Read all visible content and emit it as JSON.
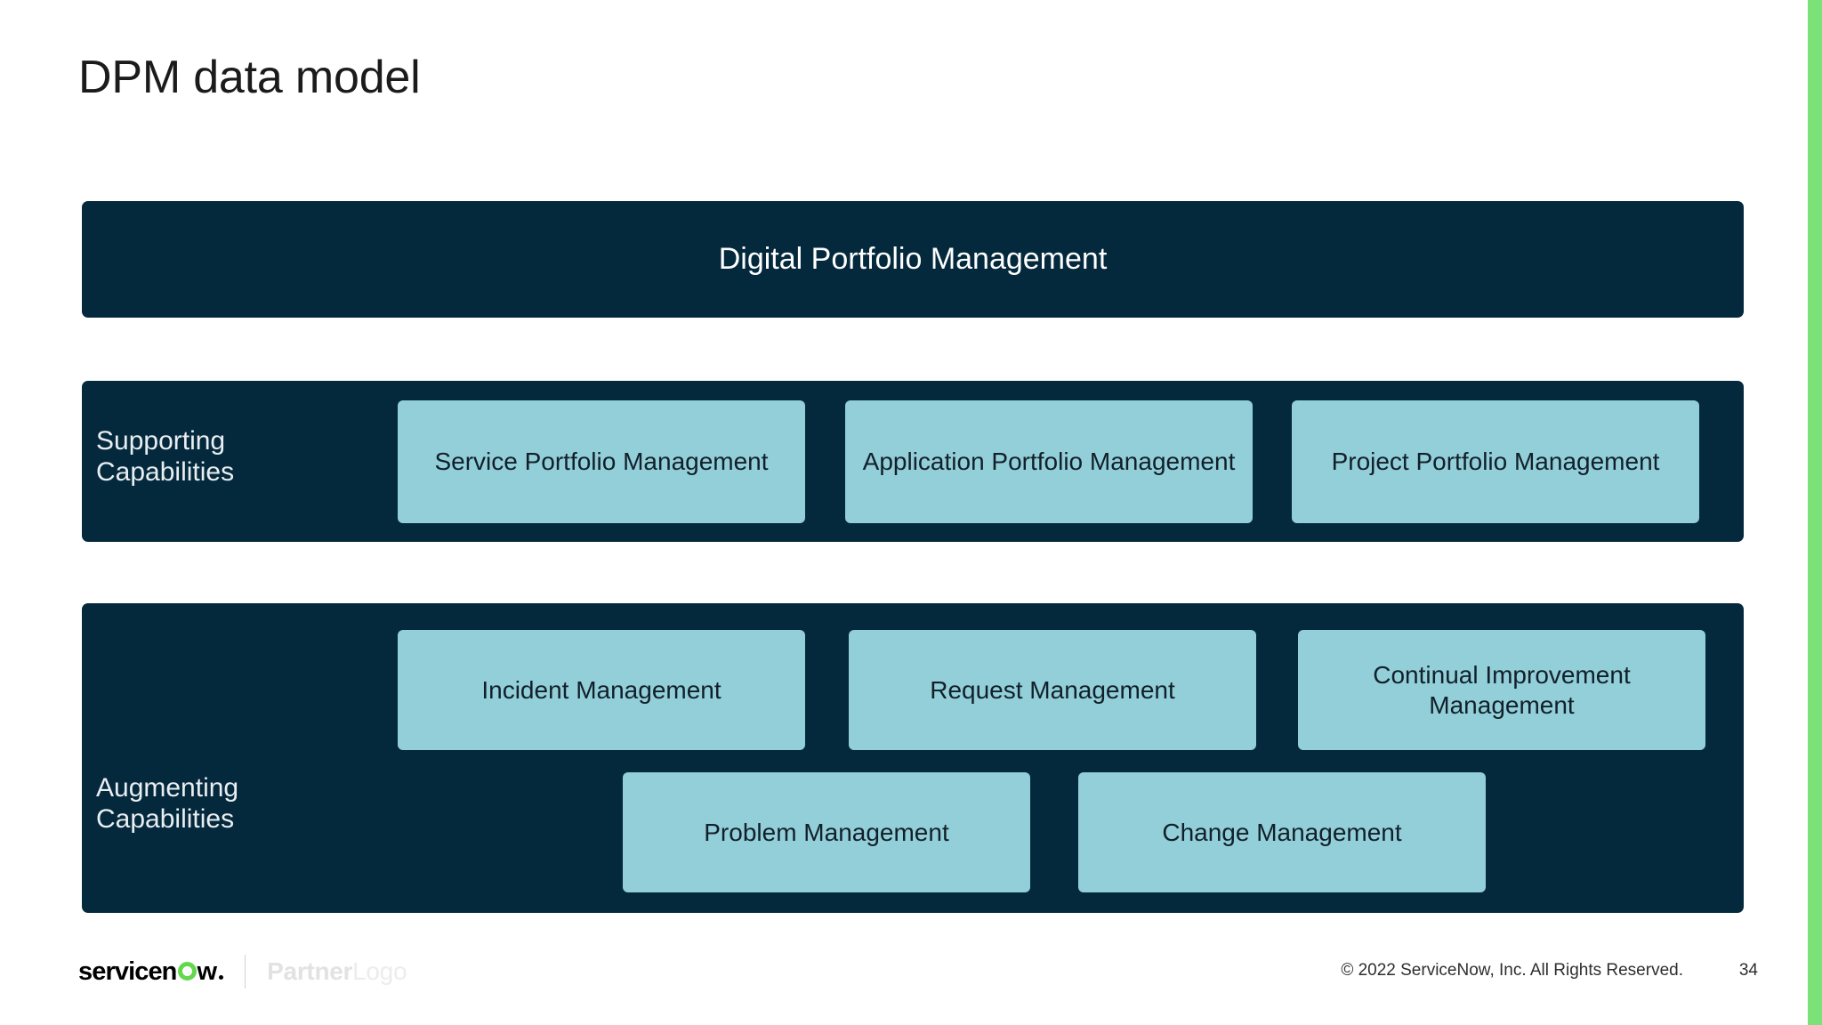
{
  "slide": {
    "title": "DPM data model",
    "page_number": "34"
  },
  "top_band": {
    "title": "Digital Portfolio Management"
  },
  "supporting": {
    "label": "Supporting\nCapabilities",
    "label_line1": "Supporting",
    "label_line2": "Capabilities",
    "cards": [
      {
        "label": "Service Portfolio Management"
      },
      {
        "label": "Application Portfolio Management"
      },
      {
        "label": "Project Portfolio Management"
      }
    ]
  },
  "augmenting": {
    "label_line1": "Augmenting",
    "label_line2": "Capabilities",
    "cards": [
      {
        "label": "Incident Management"
      },
      {
        "label": "Request Management"
      },
      {
        "label": "Continual Improvement Management"
      },
      {
        "label": "Problem Management"
      },
      {
        "label": "Change Management"
      }
    ]
  },
  "footer": {
    "brand_pre": "servicen",
    "brand_post": "w",
    "partner_logo_bold": "Partner",
    "partner_logo_light": "Logo",
    "copyright": "© 2022 ServiceNow, Inc. All Rights Reserved.",
    "page_number": "34"
  },
  "colors": {
    "band_navy": "#04293d",
    "card_teal": "#93cfd9",
    "accent_green": "#7ae277",
    "brand_green": "#62d84e",
    "title_text": "#1b1b1b"
  }
}
